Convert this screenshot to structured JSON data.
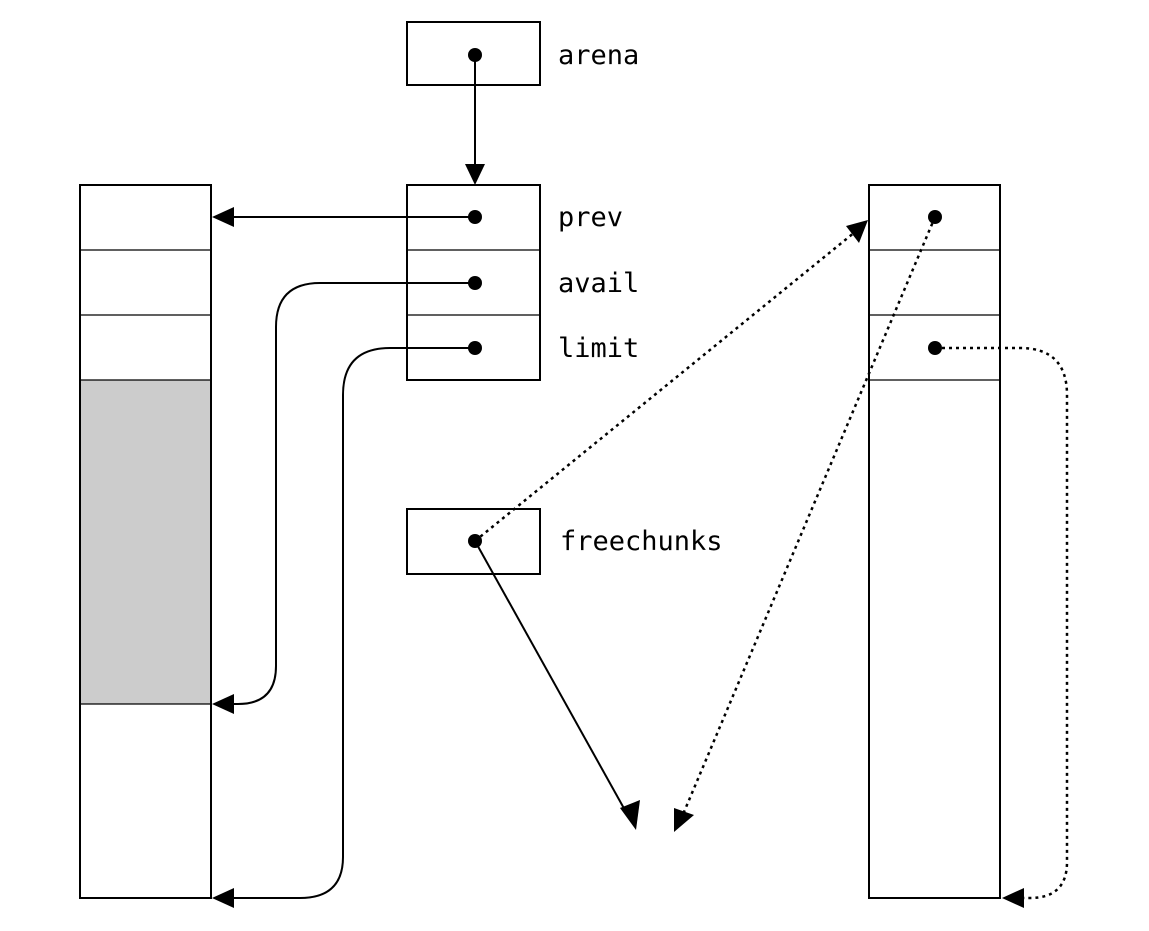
{
  "labels": {
    "arena": "arena",
    "prev": "prev",
    "avail": "avail",
    "limit": "limit",
    "freechunks": "freechunks"
  },
  "colors": {
    "line": "#000000",
    "background": "#ffffff",
    "allocated_region": "#cccccc"
  }
}
